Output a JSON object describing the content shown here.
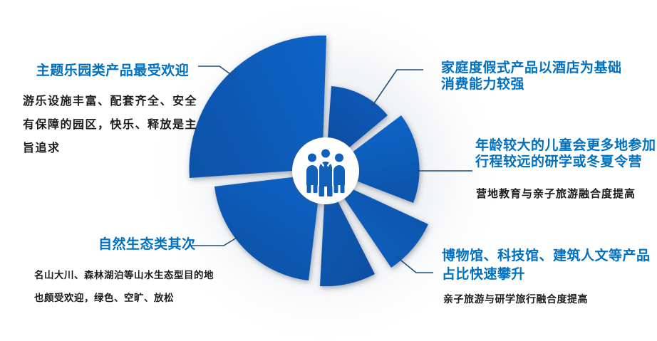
{
  "diagram": {
    "type": "pinwheel-rose",
    "description": "Five-segment blue pinwheel pie with family icon in white center circle; callout leader lines to five text blocks",
    "center_icon": "family-people-icon",
    "colors": {
      "heading_blue": "#0070C0",
      "wedge_blue_light": "#0E62C4",
      "wedge_blue_dark": "#0A51A4",
      "leader_navy": "#1F4E79",
      "body_text": "#1C1C1C",
      "center_circle": "#FFFFFF",
      "icon_blue": "#1161BA"
    },
    "segments": [
      {
        "name": "theme-park",
        "position": "top-left",
        "relative_radius": 187,
        "label": "主题乐园类产品最受欢迎"
      },
      {
        "name": "nature",
        "position": "bottom-left",
        "relative_radius": 151,
        "label": "自然生态类其次"
      },
      {
        "name": "unlabeled",
        "position": "bottom",
        "relative_radius": 153,
        "label": ""
      },
      {
        "name": "museum",
        "position": "bottom-right",
        "relative_radius": 150,
        "label": "博物馆、科技馆、建筑人文等产品占比快速攀升"
      },
      {
        "name": "older-children",
        "position": "right",
        "relative_radius": 128,
        "label": "年龄较大的儿童会更多地参加行程较远的研学或冬夏令营"
      },
      {
        "name": "family-resort",
        "position": "top-right",
        "relative_radius": 114,
        "label": "家庭度假式产品以酒店为基础消费能力较强"
      }
    ]
  },
  "blocks": [
    {
      "heading_lines": [
        "主题乐园类产品最受欢迎"
      ],
      "body_lines": [
        "游乐设施丰富、配套齐全、安全",
        "有保障的园区，快乐、释放是主",
        "旨追求"
      ]
    },
    {
      "heading_lines": [
        "家庭度假式产品以酒店为基础",
        "消费能力较强"
      ],
      "body_lines": []
    },
    {
      "heading_lines": [
        "年龄较大的儿童会更多地参加",
        "行程较远的研学或冬夏令营"
      ],
      "body_lines": [
        "营地教育与亲子旅游融合度提高"
      ]
    },
    {
      "heading_lines": [
        "博物馆、科技馆、建筑人文等产品",
        "占比快速攀升"
      ],
      "body_lines": [
        "亲子旅游与研学旅行融合度提高"
      ]
    },
    {
      "heading_lines": [
        "自然生态类其次"
      ],
      "body_lines": [
        "名山大川、森林湖泊等山水生态型目的地",
        "也颇受欢迎，绿色、空旷、放松"
      ]
    }
  ]
}
